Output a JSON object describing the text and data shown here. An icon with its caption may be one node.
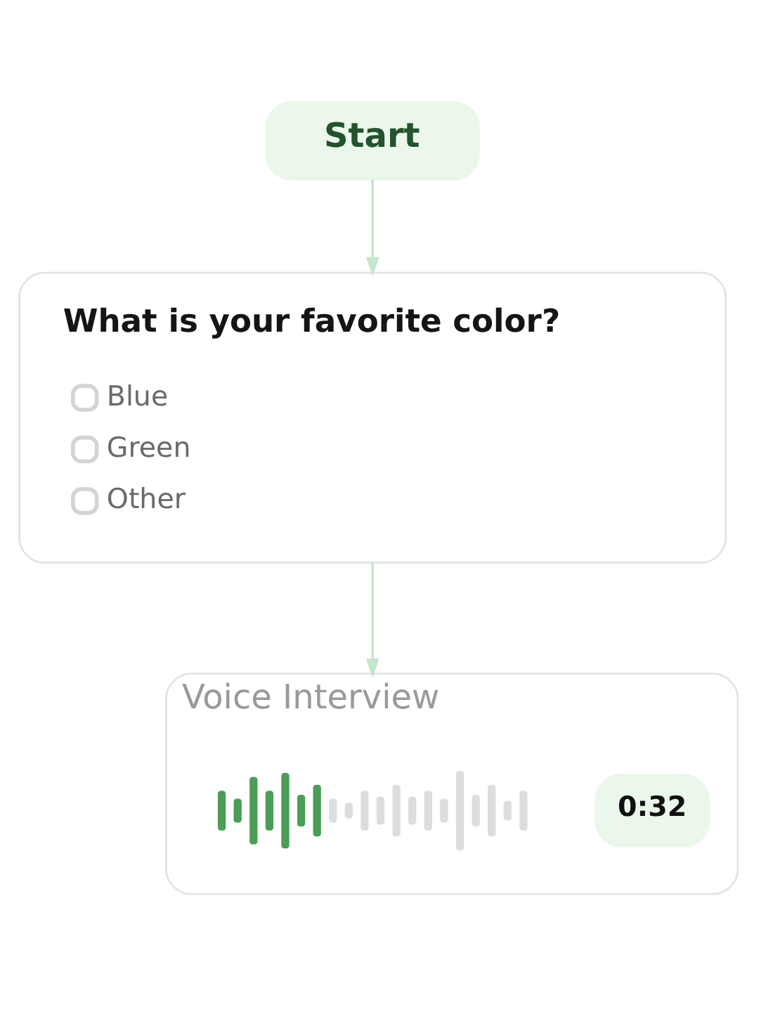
{
  "diagram": {
    "nodes": [
      {
        "text": [
          "Start"
        ]
      },
      {
        "text": [
          "What is your favorite color?",
          "Blue",
          "Green",
          "Other"
        ]
      },
      {
        "text": [
          "Voice Interview"
        ]
      },
      {
        "text": [
          "0:32"
        ],
        "in": 2
      }
    ],
    "edges": [
      {
        "from": 0,
        "to": 1,
        "arrow": "to"
      },
      {
        "from": 1,
        "to": 2,
        "arrow": "to"
      }
    ]
  }
}
